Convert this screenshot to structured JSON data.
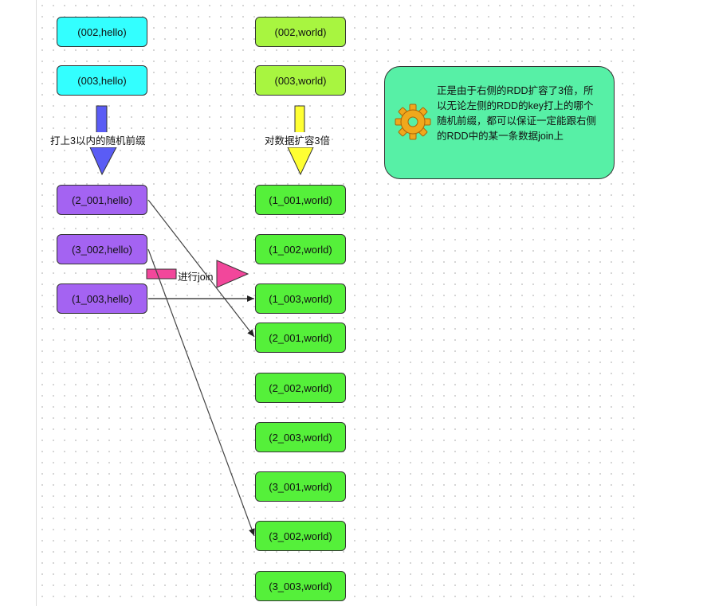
{
  "left_top": [
    {
      "label": "(002,hello)"
    },
    {
      "label": "(003,hello)"
    }
  ],
  "right_top": [
    {
      "label": "(002,world)"
    },
    {
      "label": "(003,world)"
    }
  ],
  "left_prefixed": [
    {
      "label": "(2_001,hello)"
    },
    {
      "label": "(3_002,hello)"
    },
    {
      "label": "(1_003,hello)"
    }
  ],
  "right_expanded": [
    {
      "label": "(1_001,world)"
    },
    {
      "label": "(1_002,world)"
    },
    {
      "label": "(1_003,world)"
    },
    {
      "label": "(2_001,world)"
    },
    {
      "label": "(2_002,world)"
    },
    {
      "label": "(2_003,world)"
    },
    {
      "label": "(3_001,world)"
    },
    {
      "label": "(3_002,world)"
    },
    {
      "label": "(3_003,world)"
    }
  ],
  "arrows": {
    "left_label": "打上3以内的随机前缀",
    "right_label": "对数据扩容3倍",
    "join_label": "进行join",
    "left_color": "#5a5cf5",
    "right_color": "#ffff33",
    "join_color": "#f2479b"
  },
  "note": {
    "text": "正是由于右侧的RDD扩容了3倍，所以无论左侧的RDD的key打上的哪个随机前缀，都可以保证一定能跟右侧的RDD中的某一条数据join上",
    "icon": "gear-icon"
  },
  "links": [
    {
      "from": "(2_001,hello)",
      "to": "(2_001,world)"
    },
    {
      "from": "(1_003,hello)",
      "to": "(1_003,world)"
    },
    {
      "from": "(3_002,hello)",
      "to": "(3_002,world)"
    }
  ]
}
